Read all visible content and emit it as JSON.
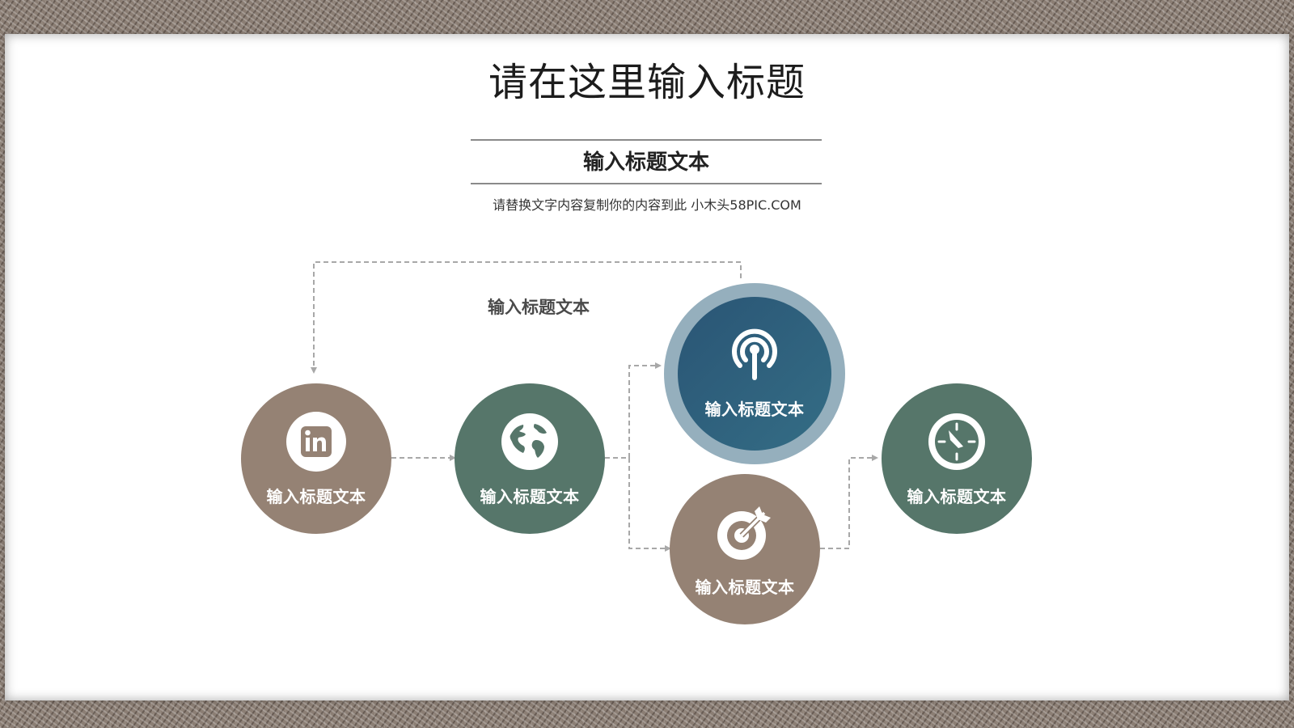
{
  "slide": {
    "title": "请在这里输入标题",
    "subtitle": "输入标题文本",
    "description": "请替换文字内容复制你的内容到此 小木头58PIC.COM",
    "floating_label": "输入标题文本"
  },
  "diagram": {
    "nodes": [
      {
        "id": "n1",
        "label": "输入标题文本",
        "icon": "linkedin-icon",
        "color": "#958274"
      },
      {
        "id": "n2",
        "label": "输入标题文本",
        "icon": "globe-icon",
        "color": "#56766a"
      },
      {
        "id": "n3",
        "label": "输入标题文本",
        "icon": "broadcast-icon",
        "color": "#2e607c",
        "highlighted": true
      },
      {
        "id": "n4",
        "label": "输入标题文本",
        "icon": "target-icon",
        "color": "#958274"
      },
      {
        "id": "n5",
        "label": "输入标题文本",
        "icon": "compass-icon",
        "color": "#56766a"
      }
    ],
    "edges": [
      {
        "from": "n1",
        "to": "n2"
      },
      {
        "from": "n2",
        "to": "n3"
      },
      {
        "from": "n2",
        "to": "n4"
      },
      {
        "from": "n4",
        "to": "n5"
      },
      {
        "from": "n3",
        "to": "n1",
        "label": "输入标题文本"
      }
    ],
    "connector_color": "#a8a8a8"
  }
}
